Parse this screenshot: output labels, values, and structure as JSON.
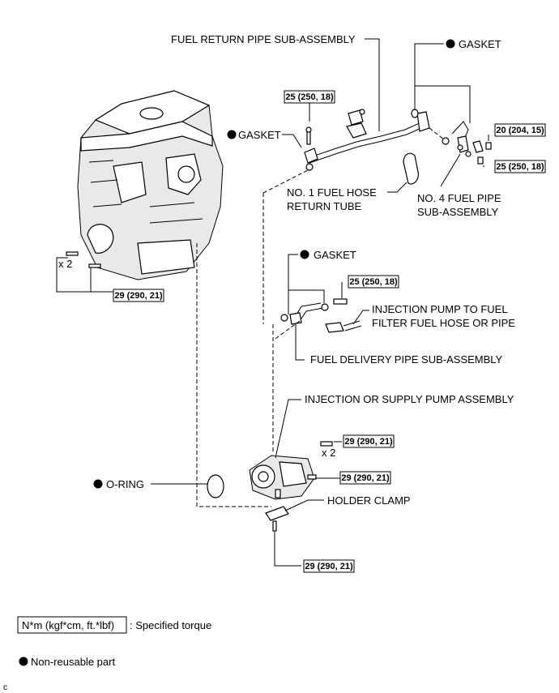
{
  "labels": {
    "fuel_return_pipe": "FUEL RETURN PIPE SUB-ASSEMBLY",
    "gasket_top_right": "GASKET",
    "gasket_left": "GASKET",
    "no1_fuel_hose_line1": "NO. 1 FUEL HOSE",
    "no1_fuel_hose_line2": "RETURN TUBE",
    "no4_fuel_pipe_line1": "NO. 4 FUEL PIPE",
    "no4_fuel_pipe_line2": "SUB-ASSEMBLY",
    "gasket_mid": "GASKET",
    "injection_hose_line1": "INJECTION PUMP TO FUEL",
    "injection_hose_line2": "FILTER FUEL HOSE OR PIPE",
    "fuel_delivery_pipe": "FUEL DELIVERY PIPE SUB-ASSEMBLY",
    "injection_pump": "INJECTION OR SUPPLY PUMP ASSEMBLY",
    "o_ring": "O-RING",
    "holder_clamp": "HOLDER CLAMP",
    "qty_left": "x 2",
    "qty_pump": "x 2"
  },
  "torques": {
    "t_return_pipe": "25 (250, 18)",
    "t_right_upper": "20 (204, 15)",
    "t_right_lower": "25 (250, 18)",
    "t_engine": "29 (290, 21)",
    "t_delivery": "25 (250, 18)",
    "t_pump_upper": "29 (290, 21)",
    "t_pump_mid": "29 (290, 21)",
    "t_pump_bottom": "29 (290, 21)"
  },
  "legend": {
    "torque_box": "N*m (kgf*cm, ft.*lbf)",
    "torque_desc": ": Specified torque",
    "non_reusable": "Non-reusable part"
  },
  "footer_code": "c"
}
